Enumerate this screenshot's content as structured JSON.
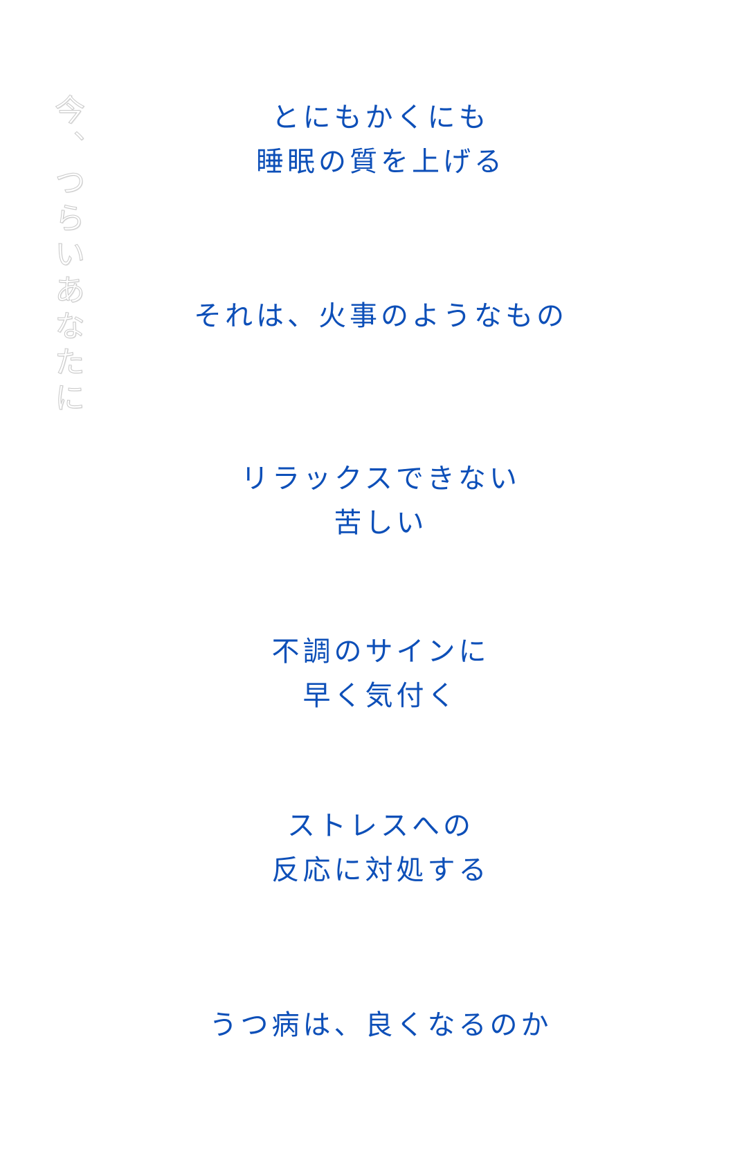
{
  "sidebar": {
    "vertical_title": "今、つらいあなたに"
  },
  "menu": {
    "items": [
      {
        "line1": "とにもかくにも",
        "line2": "睡眠の質を上げる"
      },
      {
        "line1": "それは、火事のようなもの"
      },
      {
        "line1": "リラックスできない",
        "line2": "苦しい"
      },
      {
        "line1": "不調のサインに",
        "line2": "早く気付く"
      },
      {
        "line1": "ストレスへの",
        "line2": "反応に対処する"
      },
      {
        "line1": "うつ病は、良くなるのか"
      }
    ]
  },
  "colors": {
    "link_text": "#0d4fb8",
    "title_outline": "#c9c9c9",
    "background": "#ffffff"
  }
}
